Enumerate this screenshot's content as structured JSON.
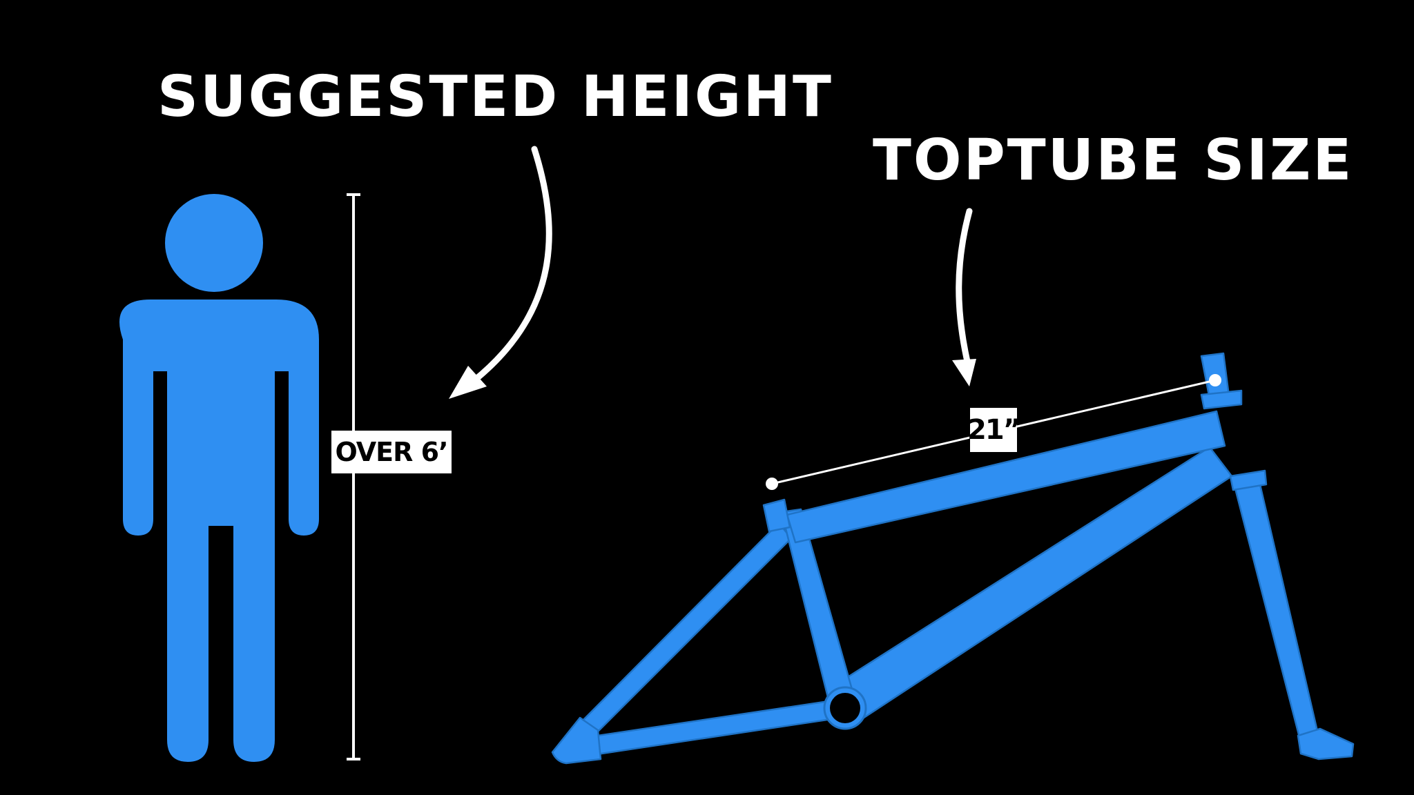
{
  "headings": {
    "height": "SUGGESTED HEIGHT",
    "toptube": "TOPTUBE SIZE"
  },
  "labels": {
    "height_value": "OVER 6’",
    "toptube_value": "21”"
  },
  "colors": {
    "background": "#000000",
    "accent": "#2f8ff2",
    "outline": "#1f73c6",
    "foreground": "#ffffff"
  },
  "icons": {
    "person": "person-silhouette-icon",
    "frame": "bmx-frame-icon"
  }
}
